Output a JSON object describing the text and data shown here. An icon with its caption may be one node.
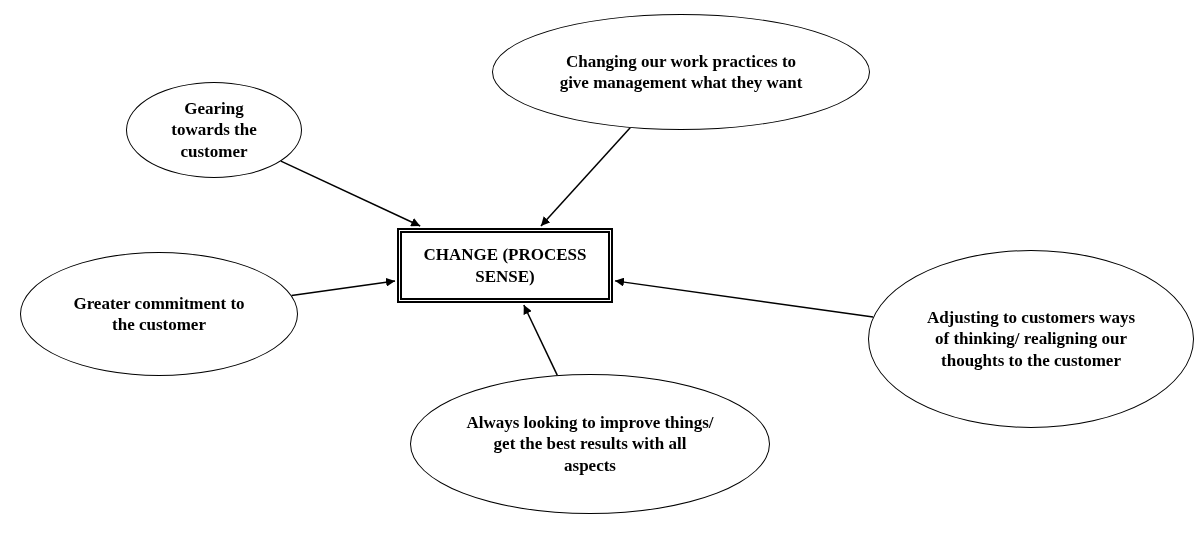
{
  "diagram": {
    "nodes": [
      {
        "text": [
          "Gearing towards the customer"
        ]
      },
      {
        "text": [
          "Changing our work practices to give management what they want"
        ]
      },
      {
        "text": [
          "CHANGE (PROCESS SENSE)"
        ]
      },
      {
        "text": [
          "Greater commitment to the customer"
        ]
      },
      {
        "text": [
          "Adjusting to customers ways of thinking/ realigning our thoughts to the customer"
        ]
      },
      {
        "text": [
          "Always looking to improve things/ get the best results with all aspects"
        ]
      }
    ],
    "edges": [
      {
        "from": 0,
        "to": 2,
        "arrow": "to"
      },
      {
        "from": 1,
        "to": 2,
        "arrow": "to"
      },
      {
        "from": 3,
        "to": 2,
        "arrow": "to"
      },
      {
        "from": 4,
        "to": 2,
        "arrow": "to"
      },
      {
        "from": 5,
        "to": 2,
        "arrow": "to"
      }
    ]
  }
}
